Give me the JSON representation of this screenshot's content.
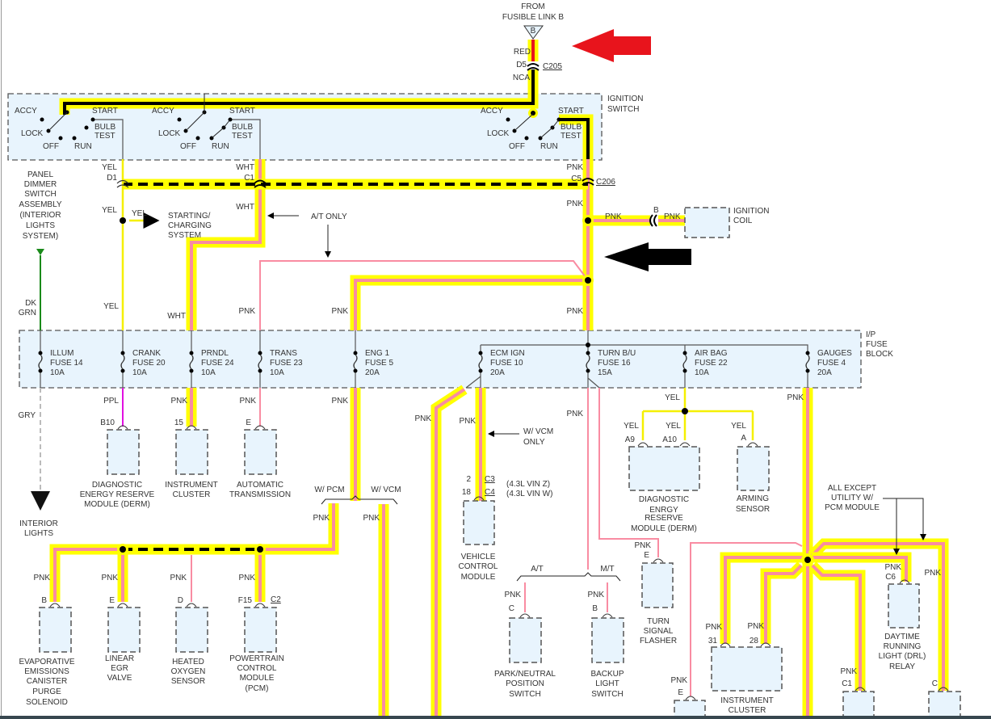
{
  "source": {
    "line1": "FROM",
    "line2": "FUSIBLE LINK B",
    "terminal": "B",
    "wire_color": "RED",
    "pin": "D5",
    "connector": "C205",
    "wire_below": "NCA"
  },
  "ignition_switch": {
    "title": [
      "IGNITION",
      "SWITCH"
    ],
    "positions": {
      "accy": "ACCY",
      "lock": "LOCK",
      "off": "OFF",
      "run": "RUN",
      "start": "START",
      "bulb": "BULB",
      "test": "TEST"
    }
  },
  "c206_row": {
    "yel": "YEL",
    "d1": "D1",
    "wht": "WHT",
    "c1": "C1",
    "pnk": "PNK",
    "c5": "C5",
    "connector": "C206"
  },
  "upper_wiring": {
    "yel_a": "YEL",
    "yel_b": "YEL",
    "yel_c": "YEL",
    "starting": [
      "STARTING/",
      "CHARGING",
      "SYSTEM"
    ],
    "wht_a": "WHT",
    "wht_b": "WHT",
    "at_only": "A/T ONLY",
    "pnk_trans": "PNK",
    "pnk_eng": "PNK",
    "pnk_main_a": "PNK",
    "pnk_main_b": "PNK",
    "coil_pnk_a": "PNK",
    "coil_pin": "B",
    "coil_pnk_b": "PNK",
    "coil_label": [
      "IGNITION",
      "COIL"
    ],
    "panel_dimmer": [
      "PANEL",
      "DIMMER",
      "SWITCH",
      "ASSEMBLY",
      "(INTERIOR",
      "LIGHTS",
      "SYSTEM)"
    ],
    "dk_grn": [
      "DK",
      "GRN"
    ]
  },
  "fuse_block": {
    "title": [
      "I/P",
      "FUSE",
      "BLOCK"
    ],
    "fuses": [
      {
        "name": "ILLUM",
        "fuse": "FUSE 14",
        "rating": "10A"
      },
      {
        "name": "CRANK",
        "fuse": "FUSE 20",
        "rating": "10A"
      },
      {
        "name": "PRNDL",
        "fuse": "FUSE 24",
        "rating": "10A"
      },
      {
        "name": "TRANS",
        "fuse": "FUSE 23",
        "rating": "10A"
      },
      {
        "name": "ENG 1",
        "fuse": "FUSE 5",
        "rating": "20A"
      },
      {
        "name": "ECM IGN",
        "fuse": "FUSE 10",
        "rating": "20A"
      },
      {
        "name": "TURN B/U",
        "fuse": "FUSE 16",
        "rating": "15A"
      },
      {
        "name": "AIR BAG",
        "fuse": "FUSE 22",
        "rating": "10A"
      },
      {
        "name": "GAUGES",
        "fuse": "FUSE 4",
        "rating": "20A"
      }
    ]
  },
  "lower_left": {
    "gry": "GRY",
    "interior_lights": [
      "INTERIOR",
      "LIGHTS"
    ],
    "ppl": "PPL",
    "b10": "B10",
    "derm1": [
      "DIAGNOSTIC",
      "ENERGY RESERVE",
      "MODULE (DERM)"
    ],
    "pnk15": "PNK",
    "pin15": "15",
    "cluster1": [
      "INSTRUMENT",
      "CLUSTER"
    ],
    "pnk_e": "PNK",
    "pin_e": "E",
    "auto_trans": [
      "AUTOMATIC",
      "TRANSMISSION"
    ],
    "pnk_eng": "PNK",
    "w_pcm": "W/ PCM",
    "w_vcm": "W/ VCM",
    "pnk_pcm": "PNK",
    "pnk_vcm": "PNK"
  },
  "bottom_left": [
    {
      "wire": "PNK",
      "pin": "B",
      "label": [
        "EVAPORATIVE",
        "EMISSIONS",
        "CANISTER",
        "PURGE",
        "SOLENOID"
      ]
    },
    {
      "wire": "PNK",
      "pin": "E",
      "label": [
        "LINEAR",
        "EGR",
        "VALVE"
      ]
    },
    {
      "wire": "PNK",
      "pin": "D",
      "label": [
        "HEATED",
        "OXYGEN",
        "SENSOR"
      ]
    },
    {
      "wire": "PNK",
      "pin": "F15",
      "connector": "C2",
      "label": [
        "POWERTRAIN",
        "CONTROL",
        "MODULE",
        "(PCM)"
      ]
    }
  ],
  "ecm": {
    "pnk_diag": "PNK",
    "pnk": "PNK",
    "w_vcm_only": [
      "W/ VCM",
      "ONLY"
    ],
    "pin2": "2",
    "c3": "C3",
    "pin18": "18",
    "c4": "C4",
    "vin_z": "(4.3L VIN Z)",
    "vin_w": "(4.3L VIN W)",
    "vcm": [
      "VEHICLE",
      "CONTROL",
      "MODULE"
    ]
  },
  "turn": {
    "pnk": "PNK",
    "at": "A/T",
    "mt": "M/T",
    "pn_pnk": "PNK",
    "pn_pin": "C",
    "pn_label": [
      "PARK/NEUTRAL",
      "POSITION",
      "SWITCH"
    ],
    "bu_pnk": "PNK",
    "bu_pin": "B",
    "bu_label": [
      "BACKUP",
      "LIGHT",
      "SWITCH"
    ],
    "fl_pnk": "PNK",
    "fl_pin": "E",
    "fl_label": [
      "TURN",
      "SIGNAL",
      "FLASHER"
    ]
  },
  "airbag": {
    "yel": "YEL",
    "a9_yel": "YEL",
    "a9": "A9",
    "a10_yel": "YEL",
    "a10": "A10",
    "a_yel": "YEL",
    "a": "A",
    "derm": [
      "DIAGNOSTIC",
      "ENRGY",
      "RESERVE",
      "MODULE (DERM)"
    ],
    "arming": [
      "ARMING",
      "SENSOR"
    ]
  },
  "gauges": {
    "pnk": "PNK",
    "all_except": [
      "ALL EXCEPT",
      "UTILITY W/",
      "PCM MODULE"
    ],
    "drl_pnk": "PNK",
    "drl_pin": "C6",
    "drl": [
      "DAYTIME",
      "RUNNING",
      "LIGHT (DRL)",
      "RELAY"
    ],
    "c_pnk": "PNK",
    "c_pin": "C",
    "ic_pnk31": "PNK",
    "ic_pin31": "31",
    "ic_pnk28": "PNK",
    "ic_pin28": "28",
    "cluster": [
      "INSTRUMENT",
      "CLUSTER"
    ],
    "c1_pnk": "PNK",
    "c1_pin": "C1",
    "e_pnk": "PNK",
    "e_pin": "E"
  },
  "annotations": {
    "red_arrow_color": "#e8141c",
    "black_arrow_color": "#000000"
  },
  "colors": {
    "highlight": "#ffff00",
    "pink_wire": "#f98ca2",
    "component_fill": "#e8f4fd"
  }
}
